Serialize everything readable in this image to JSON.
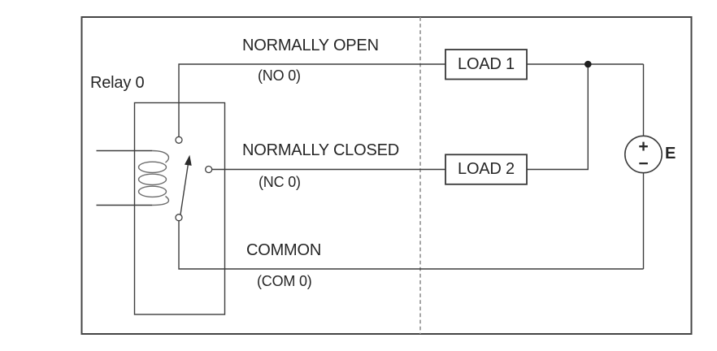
{
  "labels": {
    "relay": "Relay 0",
    "normally_open": "NORMALLY OPEN",
    "no_pin": "(NO 0)",
    "normally_closed": "NORMALLY CLOSED",
    "nc_pin": "(NC 0)",
    "common": "COMMON",
    "com_pin": "(COM 0)",
    "load1": "LOAD 1",
    "load2": "LOAD 2",
    "source": "E",
    "source_plus": "+",
    "source_minus": "−"
  },
  "colors": {
    "wire": "#3d3d3d",
    "coil": "#6b6b6b",
    "frame": "#454545",
    "dashed_divider": "#8f8f8f",
    "text": "#262626",
    "background": "#ffffff"
  }
}
